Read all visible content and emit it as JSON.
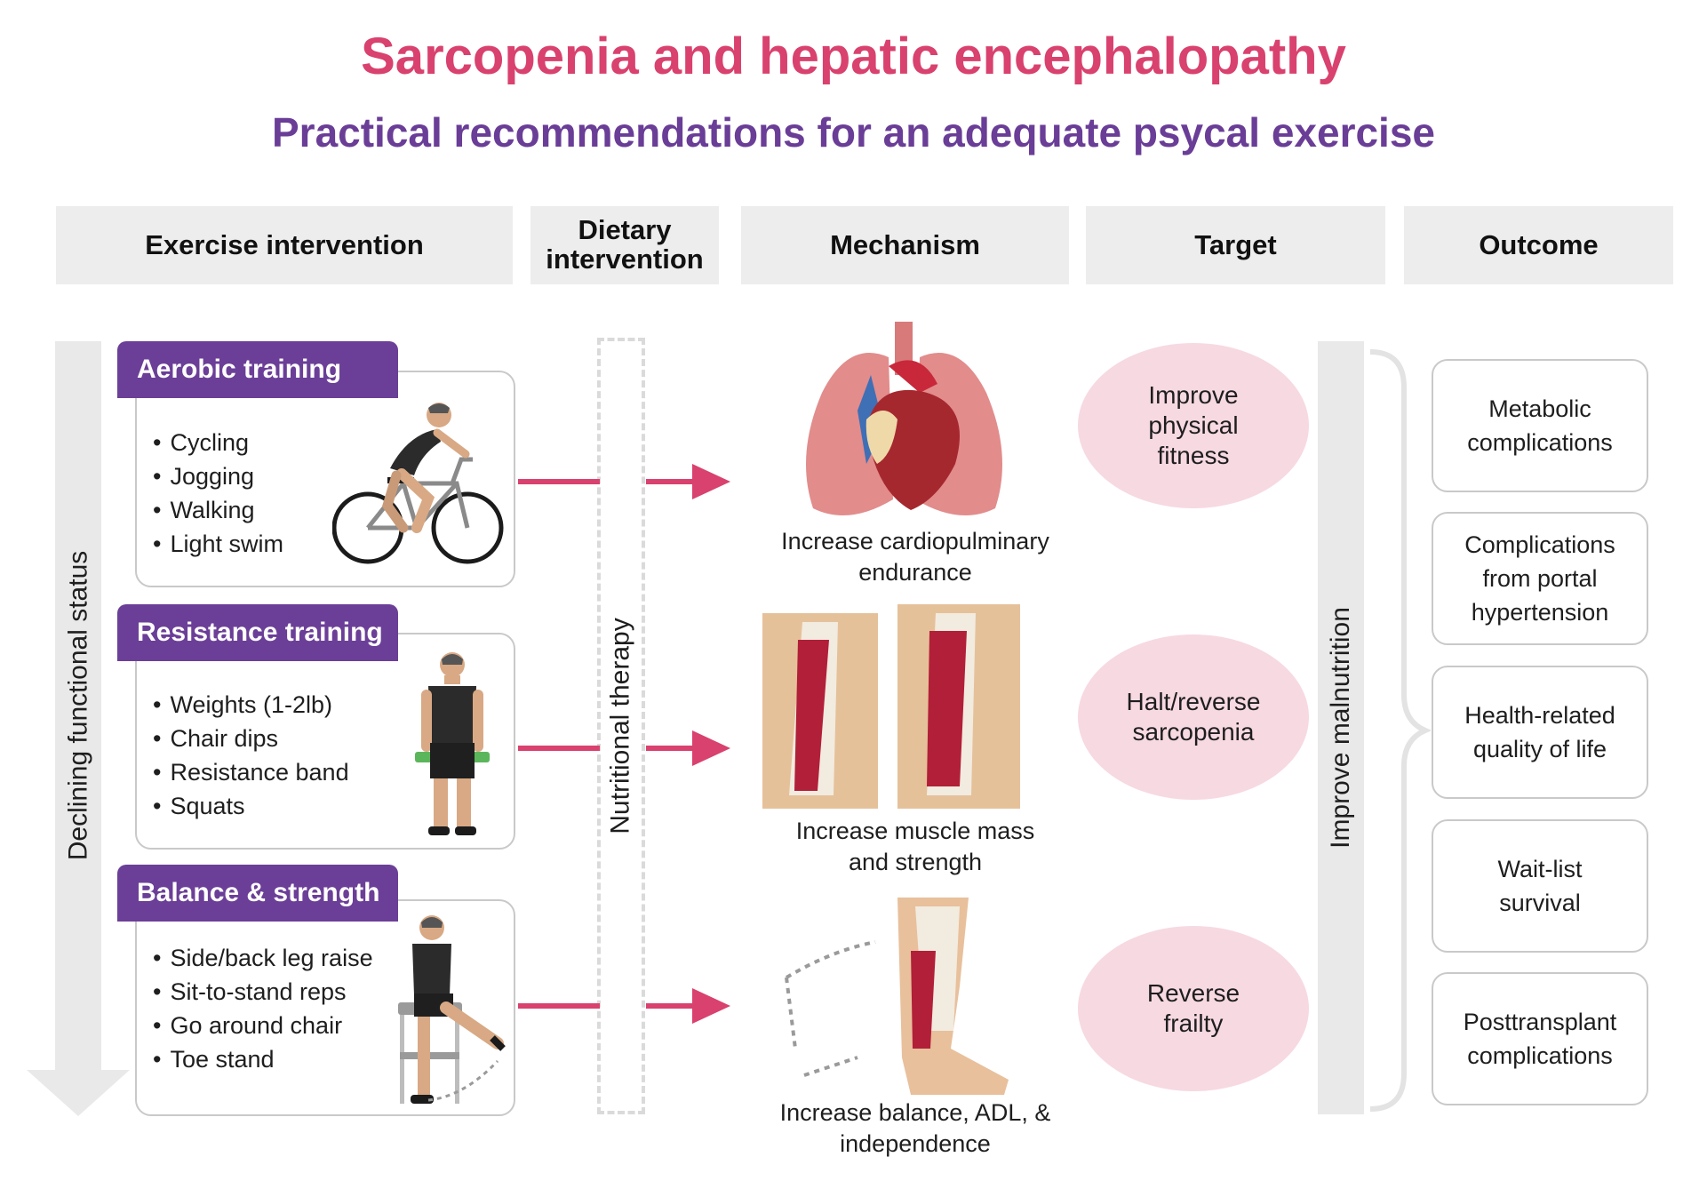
{
  "title": "Sarcopenia and hepatic encephalopathy",
  "subtitle": "Practical recommendations for an adequate psycal exercise",
  "headers": {
    "exercise": "Exercise intervention",
    "dietary_line1": "Dietary",
    "dietary_line2": "intervention",
    "mechanism": "Mechanism",
    "target": "Target",
    "outcome": "Outcome"
  },
  "declining_label": "Declining functional status",
  "nutritional_label": "Nutritional therapy",
  "malnutrition_label": "Improve malnutrition",
  "exercises": [
    {
      "name": "Aerobic training",
      "items": [
        "Cycling",
        "Jogging",
        "Walking",
        "Light swim"
      ]
    },
    {
      "name": "Resistance training",
      "items": [
        "Weights (1-2lb)",
        "Chair dips",
        "Resistance band",
        "Squats"
      ]
    },
    {
      "name": "Balance & strength",
      "items": [
        "Side/back leg raise",
        "Sit-to-stand reps",
        "Go around chair",
        "Toe stand"
      ]
    }
  ],
  "mechanisms": [
    {
      "line1": "Increase cardiopulminary",
      "line2": "endurance"
    },
    {
      "line1": "Increase muscle mass",
      "line2": "and strength"
    },
    {
      "line1": "Increase balance, ADL, &",
      "line2": "independence"
    }
  ],
  "targets": [
    {
      "line1": "Improve",
      "line2": "physical",
      "line3": "fitness"
    },
    {
      "line1": "Halt/reverse",
      "line2": "sarcopenia"
    },
    {
      "line1": "Reverse",
      "line2": "frailty"
    }
  ],
  "outcomes": [
    {
      "line1": "Metabolic",
      "line2": "complications"
    },
    {
      "line1": "Complications",
      "line2": "from portal",
      "line3": "hypertension"
    },
    {
      "line1": "Health-related",
      "line2": "quality of life"
    },
    {
      "line1": "Wait-list",
      "line2": "survival"
    },
    {
      "line1": "Posttransplant",
      "line2": "complications"
    }
  ],
  "colors": {
    "title": "#d9416e",
    "subtitle": "#6a3d97",
    "tag": "#6b3f97",
    "arrow": "#d9416e",
    "oval": "#f7d9e2",
    "header_bg": "#ededee"
  },
  "icons": [
    "cyclist-illustration",
    "weightlifter-illustration",
    "chair-exercise-illustration",
    "heart-lungs-illustration",
    "arm-muscle-illustration",
    "leg-muscle-illustration"
  ]
}
